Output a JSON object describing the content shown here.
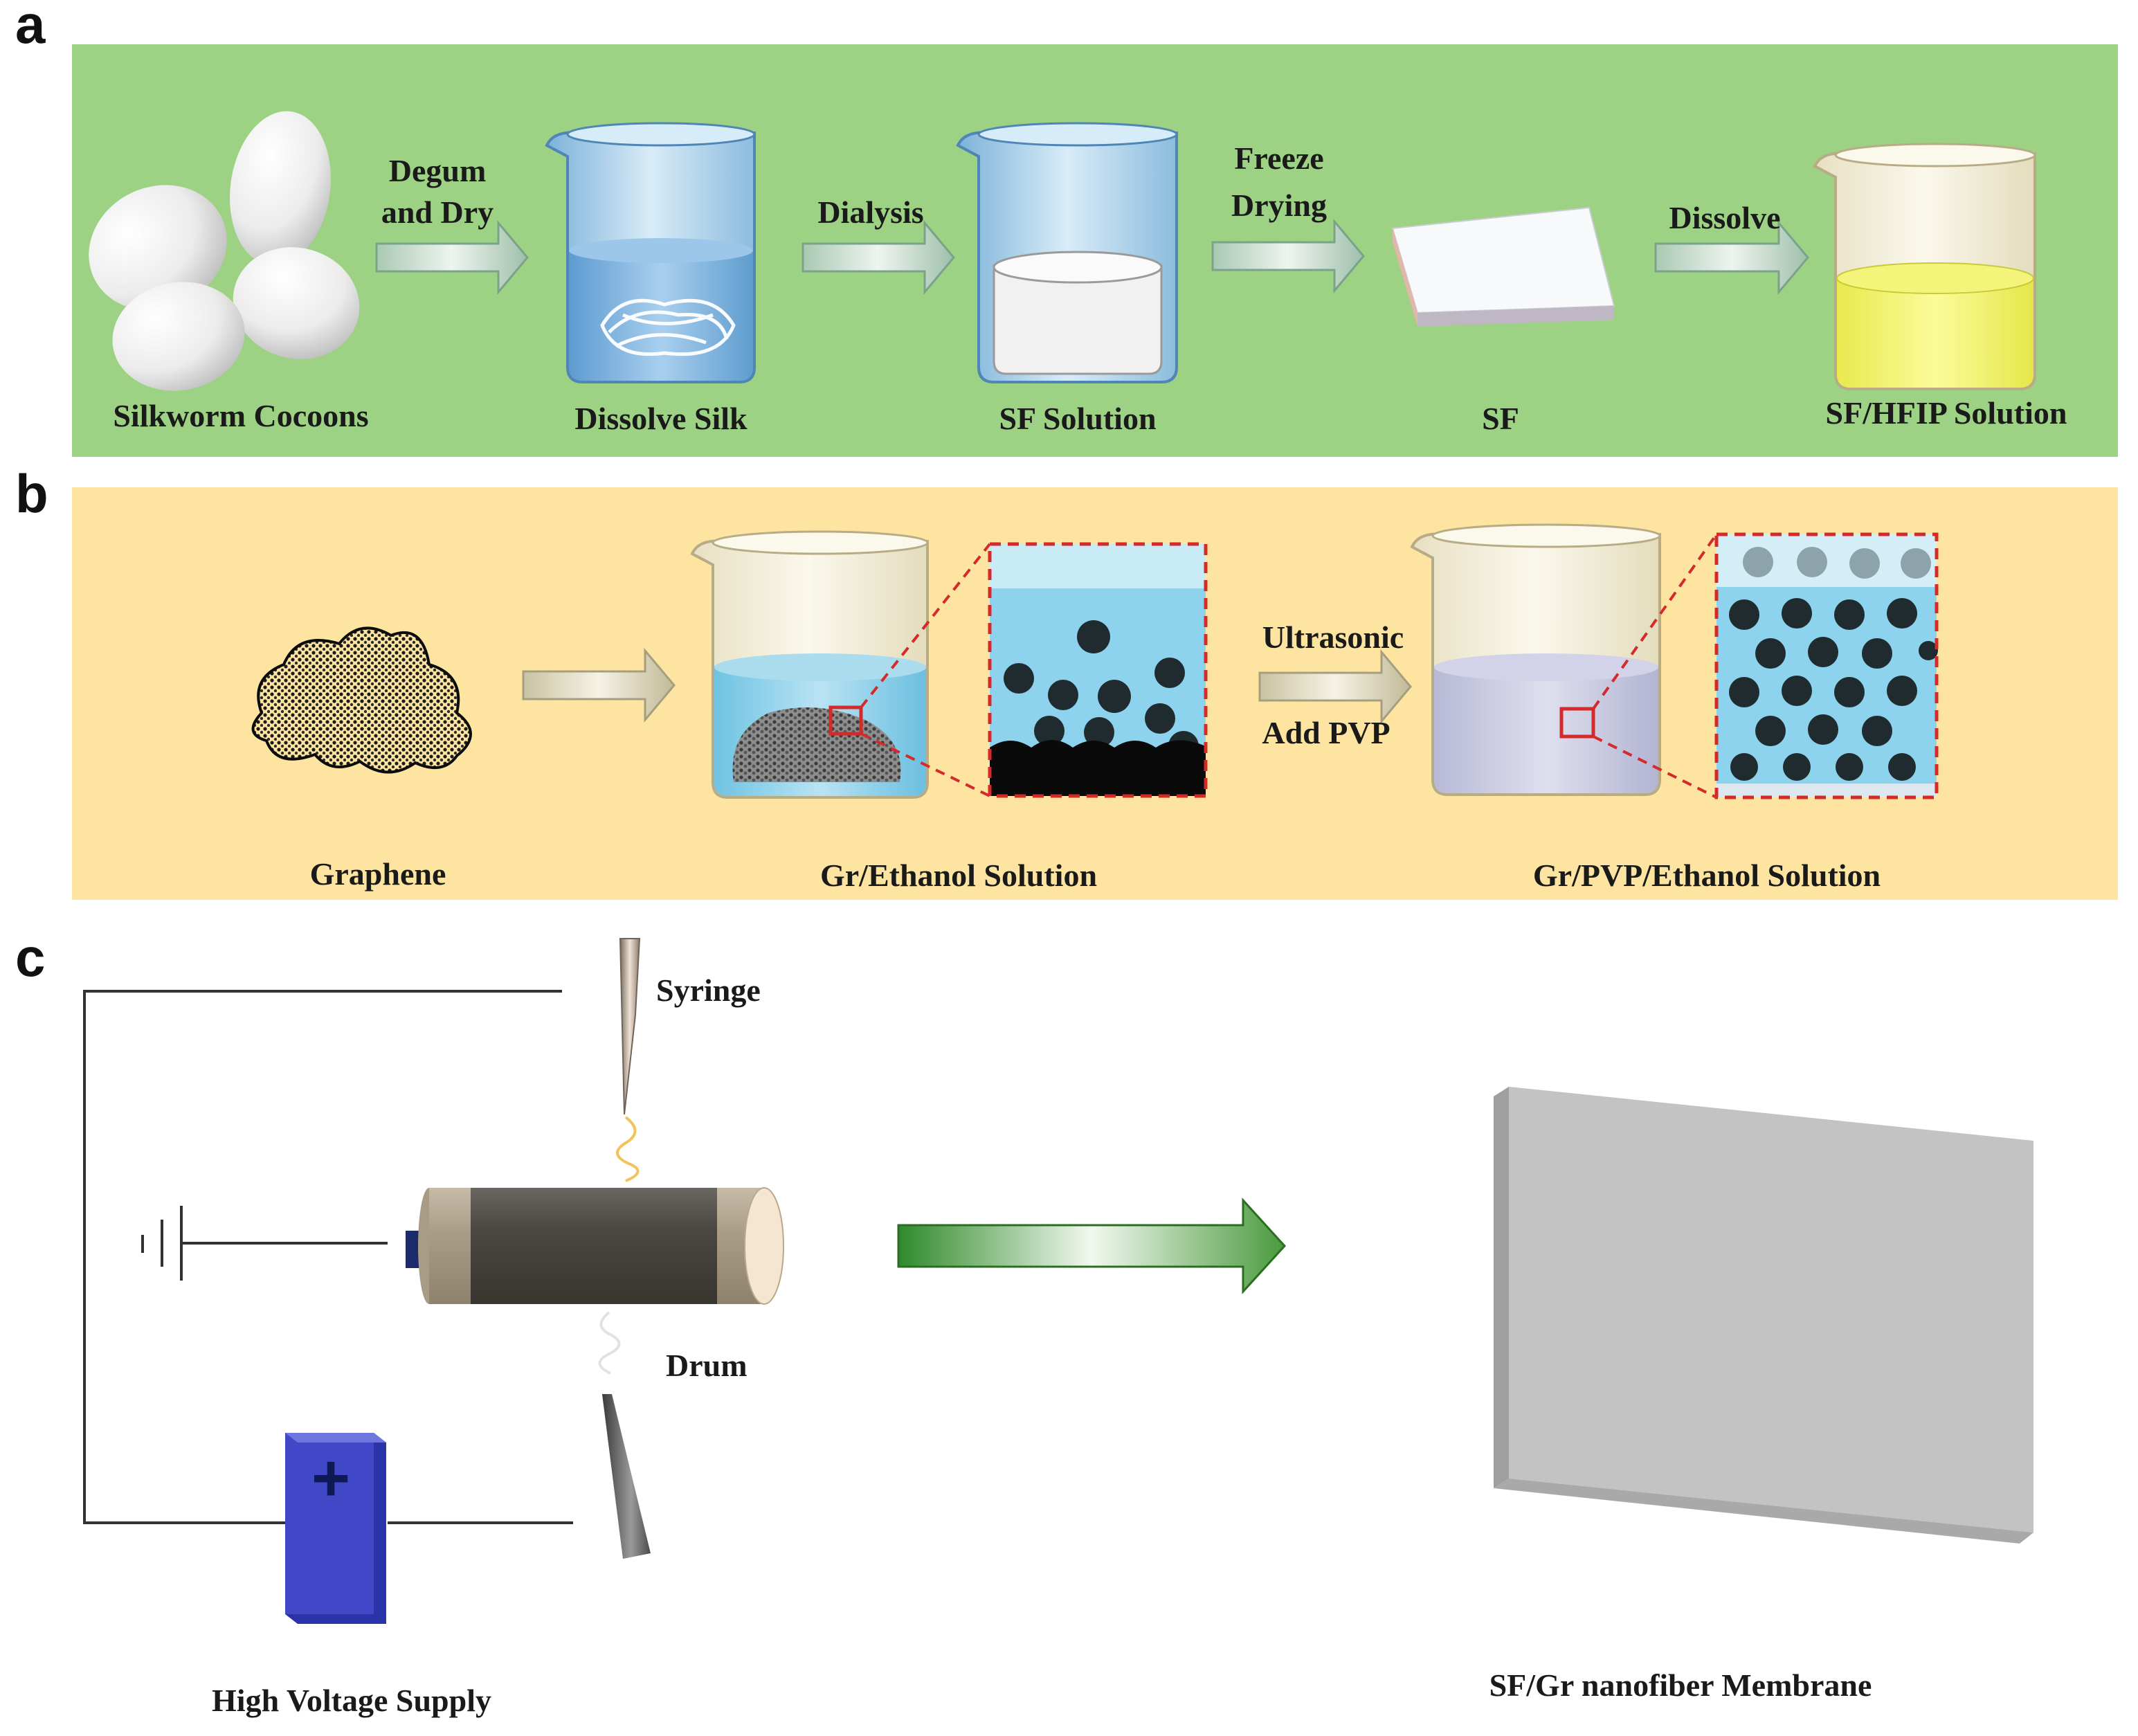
{
  "panels": {
    "a": {
      "letter": "a",
      "background": "#9dd183",
      "arrow_labels": {
        "degum": [
          "Degum",
          "and Dry"
        ],
        "dialysis": "Dialysis",
        "freeze": [
          "Freeze",
          "Drying"
        ],
        "dissolve": "Dissolve"
      },
      "captions": {
        "cocoons": "Silkworm Cocoons",
        "dissolve_silk": "Dissolve Silk",
        "sf_solution": "SF Solution",
        "sf": "SF",
        "sf_hfip": "SF/HFIP Solution"
      }
    },
    "b": {
      "letter": "b",
      "background": "#fde5a1",
      "arrow_labels": {
        "ultrasonic": "Ultrasonic",
        "add_pvp": "Add PVP"
      },
      "captions": {
        "graphene": "Graphene",
        "gr_ethanol": "Gr/Ethanol Solution",
        "gr_pvp_ethanol": "Gr/PVP/Ethanol Solution"
      }
    },
    "c": {
      "letter": "c",
      "labels": {
        "syringe": "Syringe",
        "drum": "Drum",
        "supply": "High Voltage Supply",
        "membrane": "SF/Gr nanofiber Membrane"
      },
      "plus_sign": "+"
    }
  },
  "colors": {
    "accent_green": "#5fa845",
    "dash_red": "#d42a2a",
    "battery_blue": "#4048c8",
    "membrane_gray": "#c3c3c3"
  }
}
